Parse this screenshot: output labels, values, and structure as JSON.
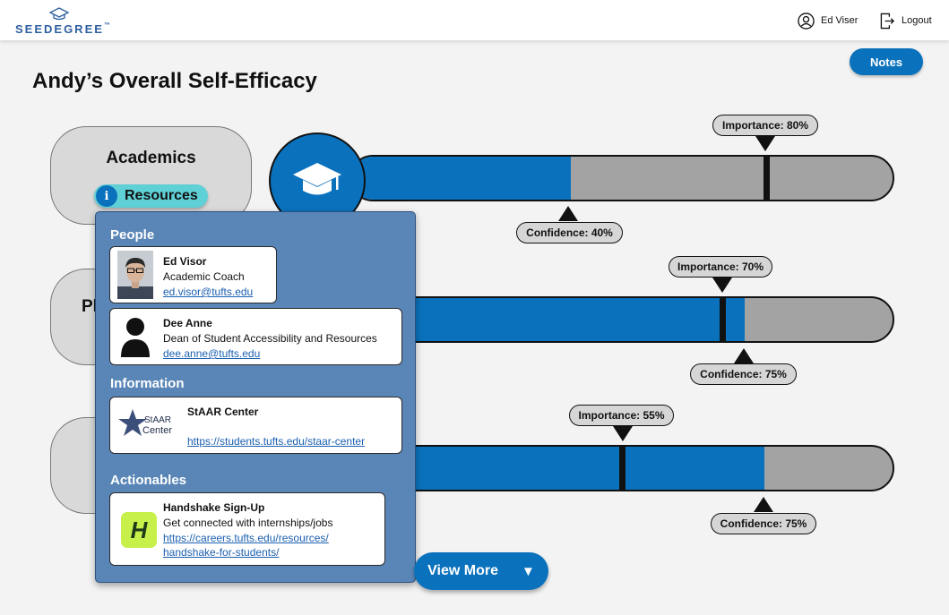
{
  "header": {
    "logo_text": "SEEDEGREE",
    "logo_tm": "™",
    "user_name": "Ed Viser",
    "logout_label": "Logout"
  },
  "notes_label": "Notes",
  "page_title": "Andy’s Overall Self-Efficacy",
  "categories": [
    {
      "title": "Academics",
      "partial_title": "Academics",
      "confidence": 40,
      "importance": 80,
      "confidence_label": "Confidence: 40%",
      "importance_label": "Importance: 80%",
      "icon": "graduation-cap-icon"
    },
    {
      "partial_title": "Pl",
      "confidence": 75,
      "importance": 70,
      "confidence_label": "Confidence: 75%",
      "importance_label": "Importance: 70%"
    },
    {
      "confidence": 75,
      "importance": 55,
      "confidence_label": "Confidence: 75%",
      "importance_label": "Importance: 55%"
    }
  ],
  "resources_pill": {
    "label": "Resources",
    "icon": "info-icon",
    "icon_glyph": "i"
  },
  "resources_panel": {
    "people_title": "People",
    "people": [
      {
        "name": "Ed Visor",
        "role": "Academic Coach",
        "email": "ed.visor@tufts.edu",
        "avatar": "photo-avatar"
      },
      {
        "name": "Dee Anne",
        "role": "Dean of Student Accessibility and Resources",
        "email": "dee.anne@tufts.edu",
        "avatar": "person-silhouette-icon"
      }
    ],
    "information_title": "Information",
    "information": [
      {
        "name": "StAAR Center",
        "url": "https://students.tufts.edu/staar-center",
        "logo_line1": "StAAR",
        "logo_line2": "Center"
      }
    ],
    "actionables_title": "Actionables",
    "actionables": [
      {
        "name": "Handshake Sign-Up",
        "description": "Get connected with internships/jobs",
        "url_line1": "https://careers.tufts.edu/resources/",
        "url_line2": "handshake-for-students/",
        "logo_letter": "H"
      }
    ]
  },
  "view_more_label": "View More",
  "view_more_glyph": "▼",
  "colors": {
    "primary_blue": "#0a72bd",
    "panel_blue": "#5a86b7",
    "bar_gray": "#a3a3a3",
    "pill_teal": "#5fd0d5",
    "handshake_green": "#c8f04a"
  }
}
